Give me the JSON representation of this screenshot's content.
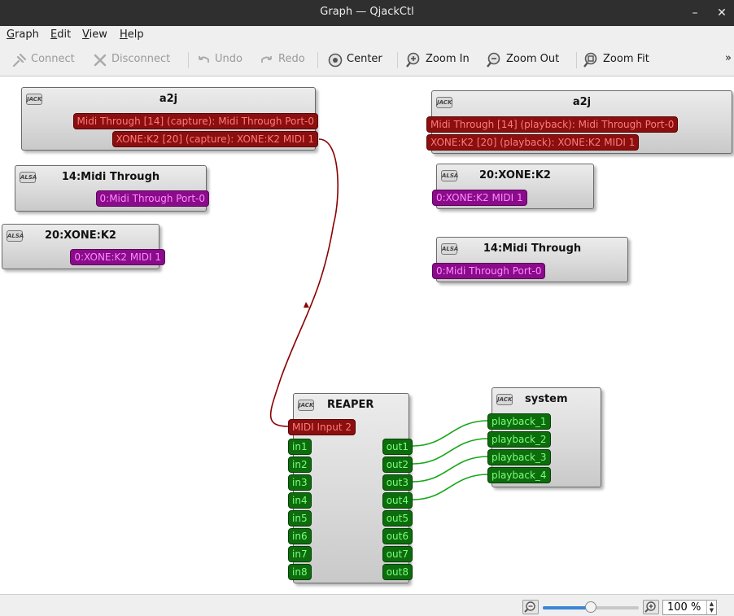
{
  "window": {
    "title": "Graph — QjackCtl",
    "minimize_glyph": "–",
    "close_glyph": "✕"
  },
  "menu": {
    "items": [
      {
        "first": "G",
        "rest": "raph"
      },
      {
        "first": "E",
        "rest": "dit"
      },
      {
        "first": "V",
        "rest": "iew"
      },
      {
        "first": "H",
        "rest": "elp"
      }
    ]
  },
  "toolbar": {
    "connect": "Connect",
    "disconnect": "Disconnect",
    "undo": "Undo",
    "redo": "Redo",
    "center": "Center",
    "zoom_in": "Zoom In",
    "zoom_out": "Zoom Out",
    "zoom_fit": "Zoom Fit",
    "overflow": "»"
  },
  "badges": {
    "jack": "JACK",
    "alsa": "ALSA"
  },
  "nodes": {
    "a2j_out": {
      "title": "a2j",
      "ports": [
        "Midi Through [14] (capture): Midi Through Port-0",
        "XONE:K2 [20] (capture): XONE:K2 MIDI 1"
      ]
    },
    "midi_through_out": {
      "title": "14:Midi Through",
      "ports": [
        "0:Midi Through Port-0"
      ]
    },
    "xone_out": {
      "title": "20:XONE:K2",
      "ports": [
        "0:XONE:K2 MIDI 1"
      ]
    },
    "a2j_in": {
      "title": "a2j",
      "ports": [
        "Midi Through [14] (playback): Midi Through Port-0",
        "XONE:K2 [20] (playback): XONE:K2 MIDI 1"
      ]
    },
    "xone_in": {
      "title": "20:XONE:K2",
      "ports": [
        "0:XONE:K2 MIDI 1"
      ]
    },
    "midi_through_in": {
      "title": "14:Midi Through",
      "ports": [
        "0:Midi Through Port-0"
      ]
    },
    "reaper": {
      "title": "REAPER",
      "midi_in": "MIDI Input 2",
      "inputs": [
        "in1",
        "in2",
        "in3",
        "in4",
        "in5",
        "in6",
        "in7",
        "in8"
      ],
      "outputs": [
        "out1",
        "out2",
        "out3",
        "out4",
        "out5",
        "out6",
        "out7",
        "out8"
      ]
    },
    "system": {
      "title": "system",
      "ports": [
        "playback_1",
        "playback_2",
        "playback_3",
        "playback_4"
      ]
    }
  },
  "colors": {
    "midi_wire": "#8b0000",
    "audio_wire": "#17a617"
  },
  "status": {
    "zoom_text": "100 %",
    "zoom_fraction": 0.5
  }
}
